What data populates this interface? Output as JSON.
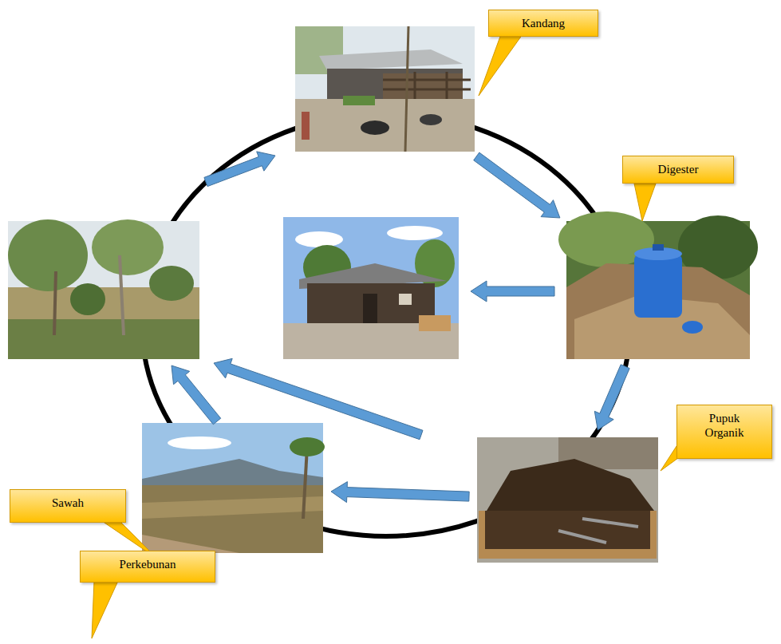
{
  "diagram": {
    "nodes": [
      {
        "text": [
          "Kandang"
        ]
      },
      {
        "text": [
          "Digester"
        ]
      },
      {
        "text": [
          "Pupuk Organik"
        ]
      },
      {
        "text": [
          "Sawah",
          "Perkebunan"
        ]
      }
    ],
    "edges": [
      {
        "from": 0,
        "to": 1,
        "arrow": "to"
      },
      {
        "from": 1,
        "to": 2,
        "arrow": "to"
      },
      {
        "from": 2,
        "to": 3,
        "arrow": "to"
      }
    ]
  }
}
